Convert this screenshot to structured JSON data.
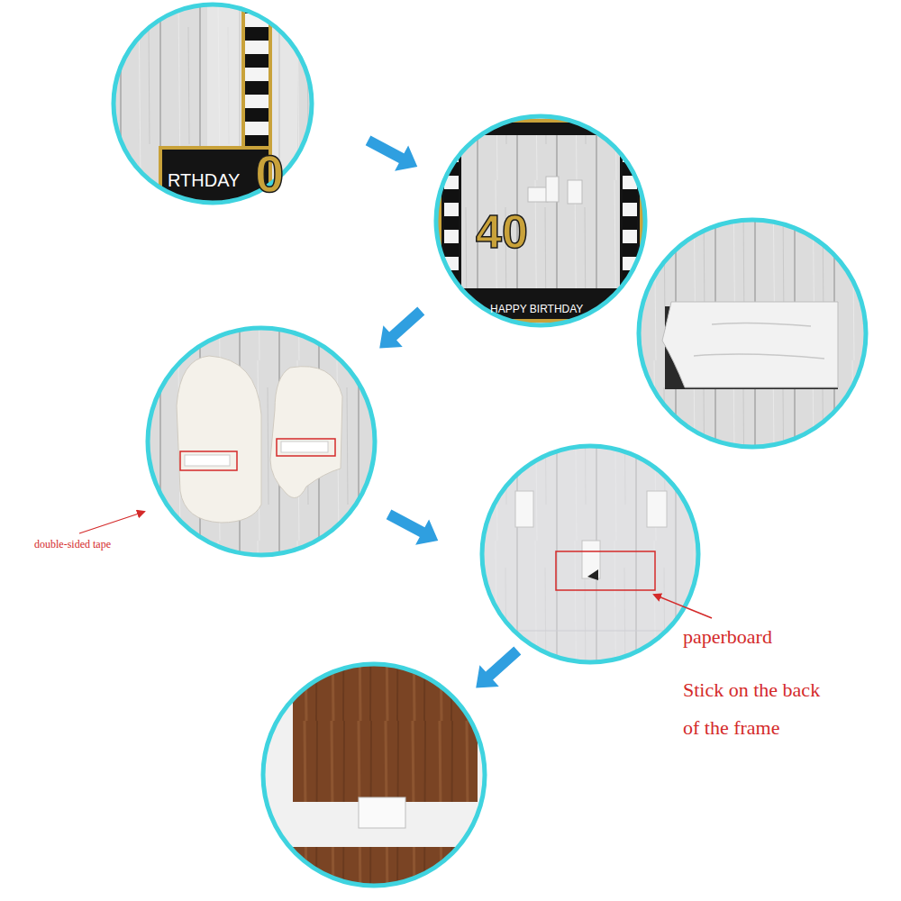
{
  "diagram": {
    "labels": [
      "RTHDAY",
      "0",
      "40",
      "HAPPY BIRTHDAY",
      "double-sided tape",
      "paperboard",
      "Stick on the back of the frame"
    ]
  }
}
